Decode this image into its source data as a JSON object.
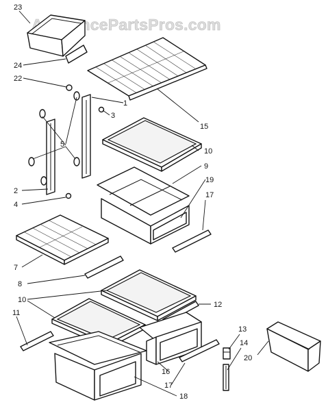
{
  "watermark": "AppliancePartsPros.com",
  "colors": {
    "line": "#141414",
    "watermark": "#dcdcdc",
    "background": "#ffffff"
  },
  "callouts": {
    "c23": "23",
    "c24": "24",
    "c22": "22",
    "c1": "1",
    "c3": "3",
    "c15": "15",
    "c5": "5",
    "c10a": "10",
    "c9": "9",
    "c19": "19",
    "c17a": "17",
    "c2": "2",
    "c4": "4",
    "c7": "7",
    "c8": "8",
    "c10b": "10",
    "c12": "12",
    "c11": "11",
    "c13": "13",
    "c14": "14",
    "c20": "20",
    "c16": "16",
    "c17b": "17",
    "c18": "18"
  }
}
